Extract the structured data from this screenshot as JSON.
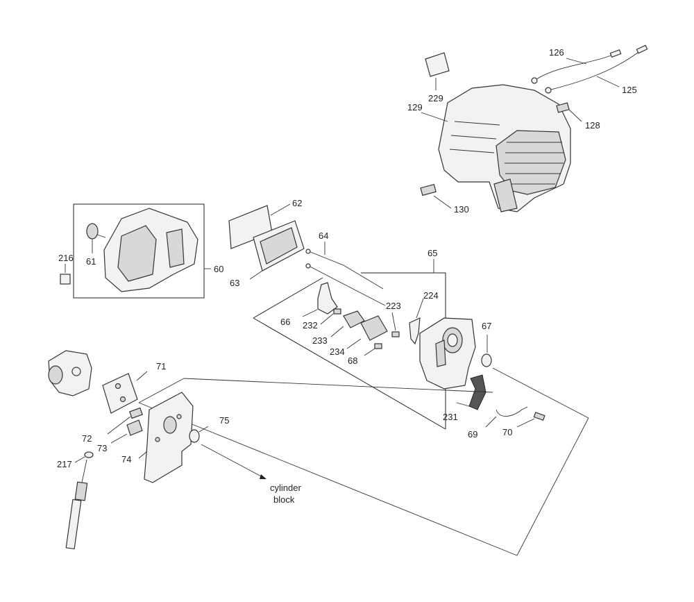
{
  "labels": {
    "p60": "60",
    "p61": "61",
    "p62": "62",
    "p63": "63",
    "p64": "64",
    "p65": "65",
    "p66": "66",
    "p67": "67",
    "p68": "68",
    "p69": "69",
    "p70": "70",
    "p71": "71",
    "p72": "72",
    "p73": "73",
    "p74": "74",
    "p75": "75",
    "p125": "125",
    "p126": "126",
    "p128": "128",
    "p129": "129",
    "p130": "130",
    "p216": "216",
    "p217": "217",
    "p223": "223",
    "p224": "224",
    "p229": "229",
    "p231": "231",
    "p232": "232",
    "p233": "233",
    "p234": "234"
  },
  "note": {
    "line1": "cylinder",
    "line2": "block"
  }
}
